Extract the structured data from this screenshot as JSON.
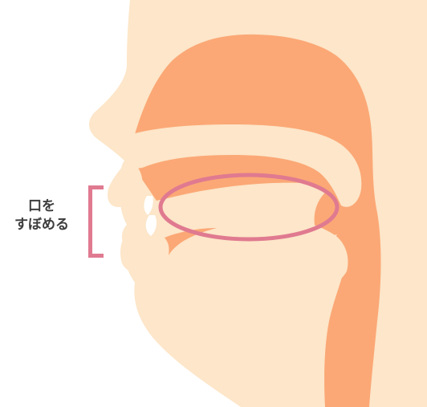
{
  "annotation": {
    "line1": "口を",
    "line2": "すぼめる"
  },
  "colors": {
    "skin": "#fde6c9",
    "tissue": "#fba876",
    "ring": "#e07a90",
    "teeth": "#ffffff",
    "text": "#3d3d3d"
  },
  "icons": {
    "diagram": "mouth-cross-section-illustration",
    "marker": "bracket-marker"
  }
}
